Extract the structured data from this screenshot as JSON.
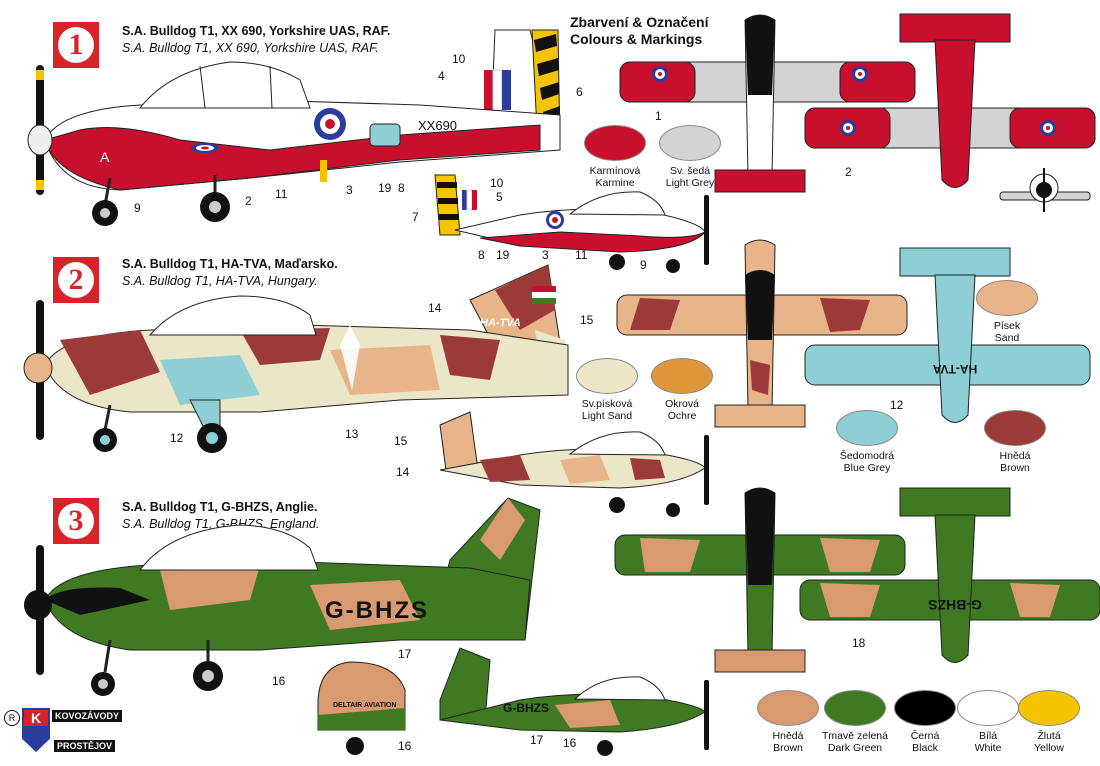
{
  "heading": {
    "line1": "Zbarvení & Označení",
    "line2": "Colours & Markings"
  },
  "schemes": [
    {
      "number": "1",
      "title": "S.A. Bulldog T1, XX 690, Yorkshire UAS, RAF.",
      "subtitle": "S.A. Bulldog T1, XX 690, Yorkshire UAS, RAF.",
      "serial": "XX690",
      "code": "A"
    },
    {
      "number": "2",
      "title": "S.A. Bulldog T1, HA-TVA, Maďarsko.",
      "subtitle": "S.A. Bulldog T1, HA-TVA, Hungary.",
      "serial": "HA-TVA"
    },
    {
      "number": "3",
      "title": "S.A. Bulldog T1, G-BHZS, Anglie.",
      "subtitle": "S.A. Bulldog T1, G-BHZS, England.",
      "serial": "G-BHZS",
      "detail_text": "DELTAIR AVIATION"
    }
  ],
  "swatches_set1": [
    {
      "cz": "Karmínová",
      "en": "Karmine",
      "color": "#c8102e"
    },
    {
      "cz": "Sv. šedá",
      "en": "Light Grey",
      "color": "#d3d3d3"
    }
  ],
  "swatches_set2": [
    {
      "cz": "Písek",
      "en": "Sand",
      "color": "#e8b58a"
    },
    {
      "cz": "Sv.písková",
      "en": "Light Sand",
      "color": "#ece6c8"
    },
    {
      "cz": "Okrová",
      "en": "Ochre",
      "color": "#e0973a"
    },
    {
      "cz": "Šedomodrá",
      "en": "Blue Grey",
      "color": "#8ecfd6"
    },
    {
      "cz": "Hnědá",
      "en": "Brown",
      "color": "#9c3a3a"
    }
  ],
  "swatches_set3": [
    {
      "cz": "Hnědá",
      "en": "Brown",
      "color": "#d99a72"
    },
    {
      "cz": "Tmavě zelená",
      "en": "Dark Green",
      "color": "#3f7a22"
    },
    {
      "cz": "Černá",
      "en": "Black",
      "color": "#000000"
    },
    {
      "cz": "Bílá",
      "en": "White",
      "color": "#ffffff"
    },
    {
      "cz": "Žlutá",
      "en": "Yellow",
      "color": "#f5c400"
    }
  ],
  "callouts": [
    "1",
    "2",
    "3",
    "4",
    "5",
    "6",
    "7",
    "8",
    "9",
    "10",
    "11",
    "12",
    "13",
    "14",
    "15",
    "16",
    "17",
    "18",
    "19"
  ],
  "brand": {
    "line1": "KOVOZÁVODY",
    "line2": "PROSTĚJOV",
    "mark": "R",
    "letter": "K"
  },
  "colors": {
    "red": "#c8102e",
    "grey": "#d3d3d3",
    "sand": "#e8b58a",
    "lightsand": "#ece6c8",
    "ochre": "#e0973a",
    "bluegrey": "#8ecfd6",
    "brown": "#9c3a3a",
    "green": "#3f7a22",
    "tan": "#d99a72",
    "yellow": "#f5c400",
    "badge": "#d9232a",
    "blue": "#2b3d9c"
  }
}
